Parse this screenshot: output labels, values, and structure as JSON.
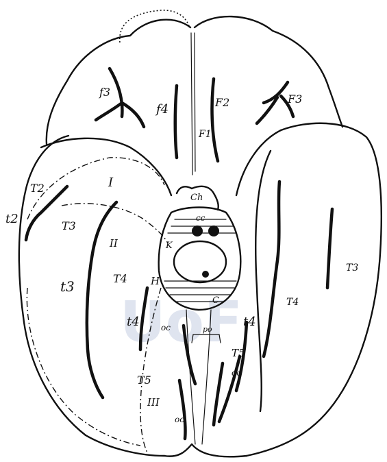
{
  "watermark": "UoF",
  "labels": {
    "f3": "f3",
    "f4": "f4",
    "F2": "F2",
    "F1": "F1",
    "F3": "F3",
    "T2": "T2",
    "I": "I",
    "Ch": "Ch",
    "t2": "t2",
    "T3_left": "T3",
    "cc": "cc",
    "II": "II",
    "K": "K",
    "T3_right": "T3",
    "t3": "t3",
    "T4_left": "T4",
    "H": "H",
    "T4_right": "T4",
    "C": "C",
    "t4_left": "t4",
    "oc_left": "oc",
    "po": "po",
    "t4_right": "t4",
    "T5_right": "T5",
    "oc_right": "oc",
    "T5_left": "T5",
    "III": "III",
    "oc_bottom": "oc"
  }
}
